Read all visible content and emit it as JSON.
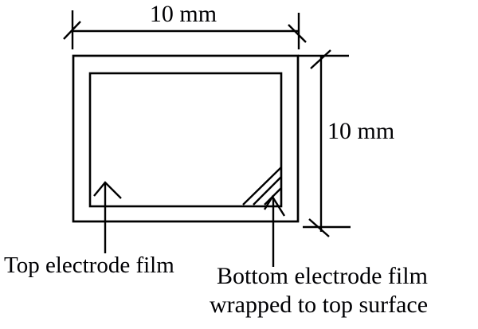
{
  "figure": {
    "dimensions": {
      "width_label": "10 mm",
      "height_label": "10 mm"
    },
    "annotations": {
      "top_electrode": "Top electrode film",
      "bottom_electrode_line1": "Bottom electrode film",
      "bottom_electrode_line2": "wrapped to top surface"
    },
    "colors": {
      "ink": "#000000",
      "background": "#ffffff"
    }
  }
}
